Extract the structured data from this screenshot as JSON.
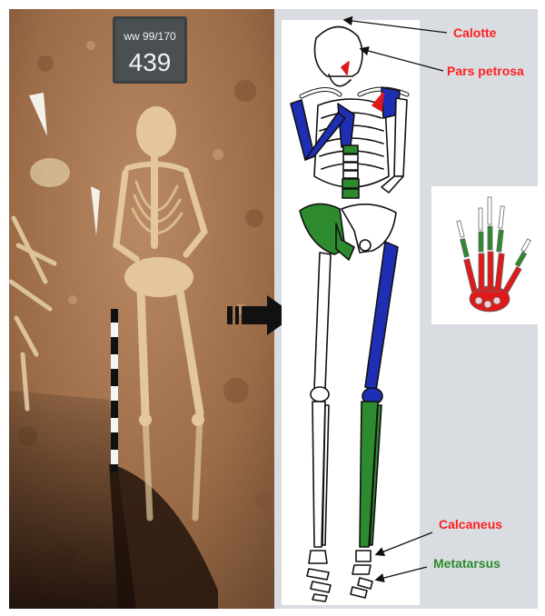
{
  "grave_board": {
    "line1": "ww 99/170",
    "line2": "439"
  },
  "labels": {
    "calotte": "Calotte",
    "pars_petrosa": "Pars petrosa",
    "calcaneus": "Calcaneus",
    "metatarsus": "Metatarsus"
  },
  "colors": {
    "label_red": "#ff1f1f",
    "label_green": "#2b8a2b",
    "bone_blue": "#1f2fb5",
    "bone_green": "#2e8a2e",
    "bone_red": "#e01919",
    "soil": "#a8764f",
    "background_gray": "#d9dde1"
  }
}
